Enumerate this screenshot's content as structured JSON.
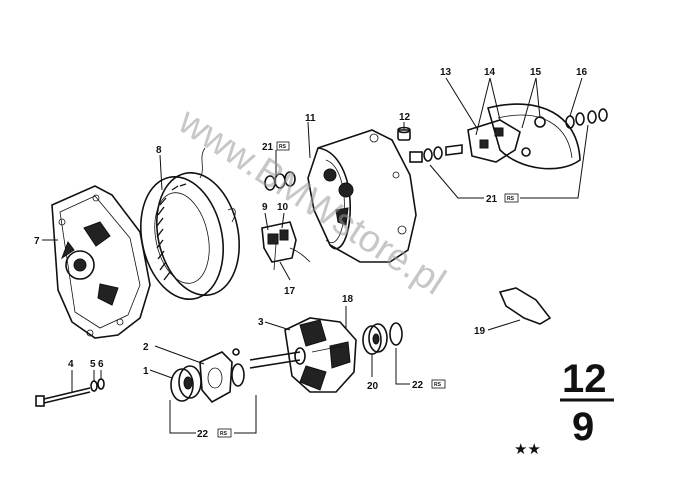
{
  "labels": {
    "l1": "1",
    "l2": "2",
    "l3": "3",
    "l4": "4",
    "l5": "5",
    "l6": "6",
    "l7": "7",
    "l8": "8",
    "l9": "9",
    "l10": "10",
    "l11": "11",
    "l12": "12",
    "l13": "13",
    "l14": "14",
    "l15": "15",
    "l16": "16",
    "l17": "17",
    "l18": "18",
    "l19": "19",
    "l20": "20",
    "l21a": "21",
    "l21b": "21",
    "l22a": "22",
    "l22b": "22"
  },
  "rs_badge": "RS",
  "page_ref": {
    "group": "12",
    "sheet": "9"
  },
  "stars": "★★",
  "watermark": "www.BMWstore.pl"
}
